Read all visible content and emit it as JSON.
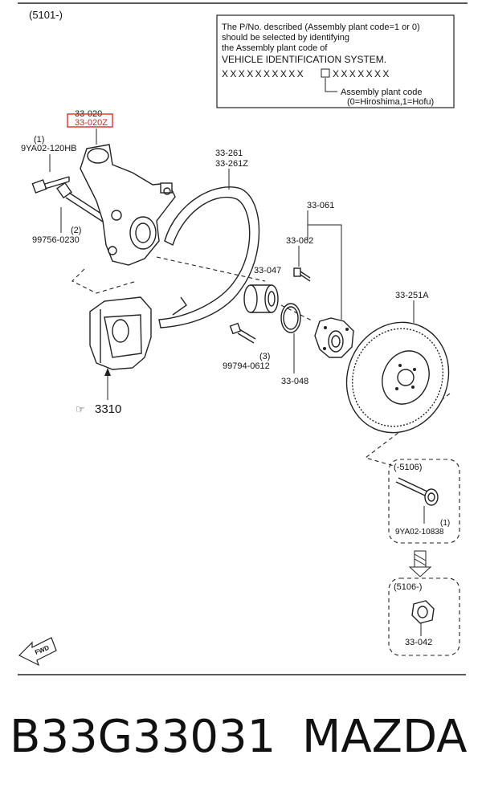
{
  "diagram": {
    "section_code": "(5101-)",
    "note_box": {
      "lines": [
        "The P/No. described (Assembly plant code=1 or 0)",
        "should be selected by identifying",
        "the Assembly plant code of",
        "VEHICLE IDENTIFICATION SYSTEM."
      ],
      "vin_left": "XXXXXXXXXX",
      "vin_right": "XXXXXXX",
      "assembly_label": "Assembly plant code",
      "assembly_values": "(0=Hiroshima,1=Hofu)"
    },
    "labels": {
      "knuckle_a": "33-020",
      "knuckle_b": "33-020Z",
      "qty_1_top": "(1)",
      "bolt_top": "9YA02-120HB",
      "qty_2": "(2)",
      "bolt_mid": "99756-0230",
      "dust_a": "33-261",
      "dust_b": "33-261Z",
      "hub": "33-061",
      "hub_bolt": "33-062",
      "bearing": "33-047",
      "disc": "33-251A",
      "qty_3": "(3)",
      "bolt_low": "99794-0612",
      "snap_ring": "33-048",
      "caliper_ref": "3310",
      "range_old": "(-5106)",
      "qty_1_bot": "(1)",
      "nut_old": "9YA02-10838",
      "range_new": "(5106-)",
      "nut_new": "33-042",
      "fwd": "FWD"
    },
    "highlight_color": "#e53935"
  },
  "footer": {
    "part_number": "B33G33031",
    "brand": "MAZDA"
  }
}
